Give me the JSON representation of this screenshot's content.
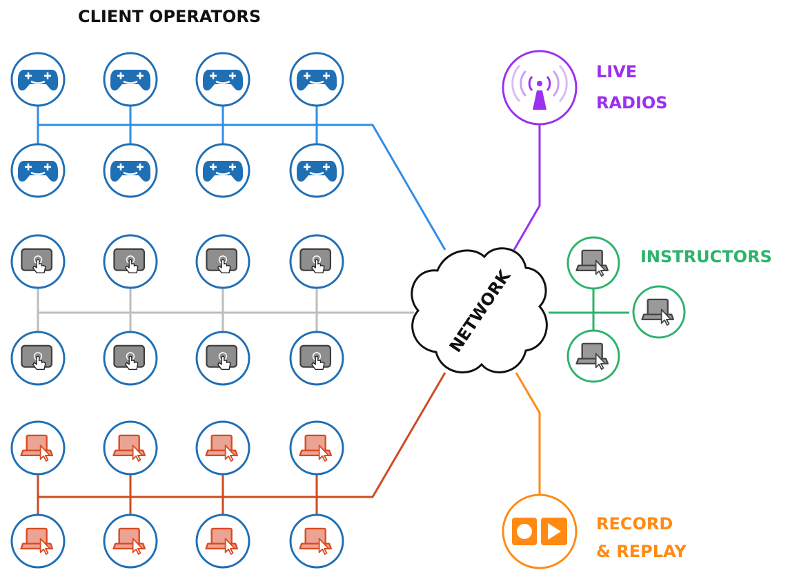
{
  "title": "CLIENT OPERATORS",
  "network": {
    "label": "NETWORK"
  },
  "live_radios": {
    "line1": "LIVE",
    "line2": "RADIOS"
  },
  "instructors": {
    "label": "INSTRUCTORS"
  },
  "record_replay": {
    "line1": "RECORD",
    "line2": "& REPLAY"
  },
  "colors": {
    "ring": "#1f6fb5",
    "gamepad": "#1f6fb5",
    "gamepad_wire": "#2f8ee5",
    "touch_fill": "#8e8e8e",
    "touch_wire": "#bdbdbd",
    "laptop_fill": "#eba394",
    "laptop_stroke": "#d9491f",
    "laptop_wire": "#d04a1f",
    "radio": "#9b30ef",
    "instructor": "#2db36b",
    "record": "#ff8a13",
    "text_dark": "#111111"
  },
  "icons": {
    "gamepad": "gamepad-icon",
    "touch": "touchscreen-icon",
    "laptop": "laptop-icon",
    "radio": "radio-tower-icon",
    "record": "record-replay-icon",
    "cloud": "cloud-icon"
  }
}
